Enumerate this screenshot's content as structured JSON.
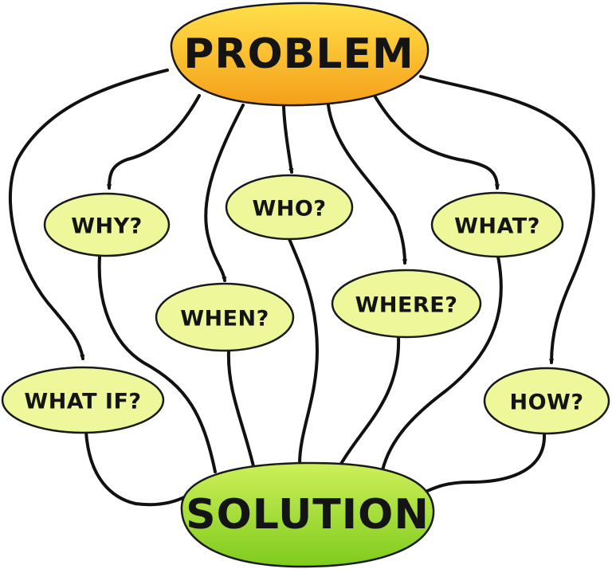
{
  "problem": {
    "label": "PROBLEM"
  },
  "solution": {
    "label": "SOLUTION"
  },
  "questions": {
    "why": "WHY?",
    "who": "WHO?",
    "what": "WHAT?",
    "when": "WHEN?",
    "where": "WHERE?",
    "what_if": "WHAT IF?",
    "how": "HOW?"
  },
  "colors": {
    "problem_fill_top": "#ffd93a",
    "problem_fill_bottom": "#f7a41c",
    "question_fill": "#eef79a",
    "solution_fill_top": "#c8ef4a",
    "solution_fill_bottom": "#86cf1f",
    "outline": "#1a1a1a",
    "connector": "#111111"
  }
}
